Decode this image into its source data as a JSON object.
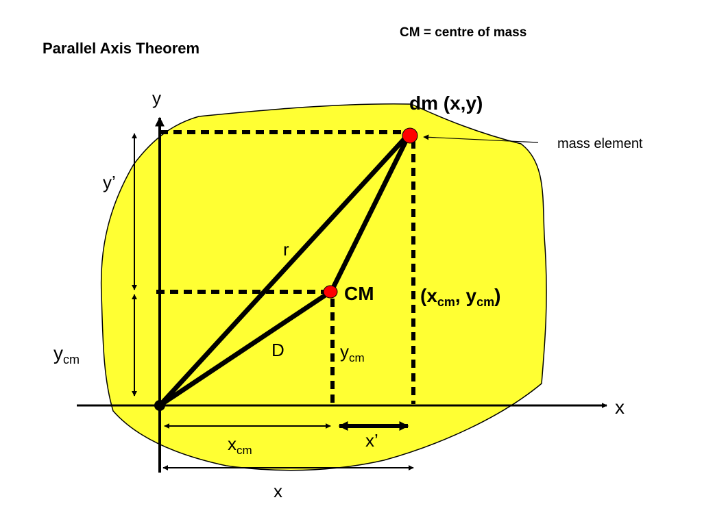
{
  "title": "Parallel Axis Theorem",
  "legend_note": "CM = centre of mass",
  "labels": {
    "y_axis": "y",
    "x_axis": "x",
    "dm": "dm  (x,y)",
    "mass_element": "mass element",
    "y_prime": "y’",
    "r": "r",
    "cm": "CM",
    "cm_coord_open": "(x",
    "cm_coord_sub1": "cm",
    "cm_coord_sep": ", y",
    "cm_coord_sub2": "cm",
    "cm_coord_close": ")",
    "d": "D",
    "ycm_left_main": "y",
    "ycm_left_sub": "cm",
    "ycm_mid_main": "y",
    "ycm_mid_sub": "cm",
    "xcm_main": "x",
    "xcm_sub": "cm",
    "x_prime": "x’",
    "x_bottom": "x"
  },
  "colors": {
    "blob_fill": "#ffff33",
    "point_fill": "#ff0000",
    "line": "#000000"
  }
}
